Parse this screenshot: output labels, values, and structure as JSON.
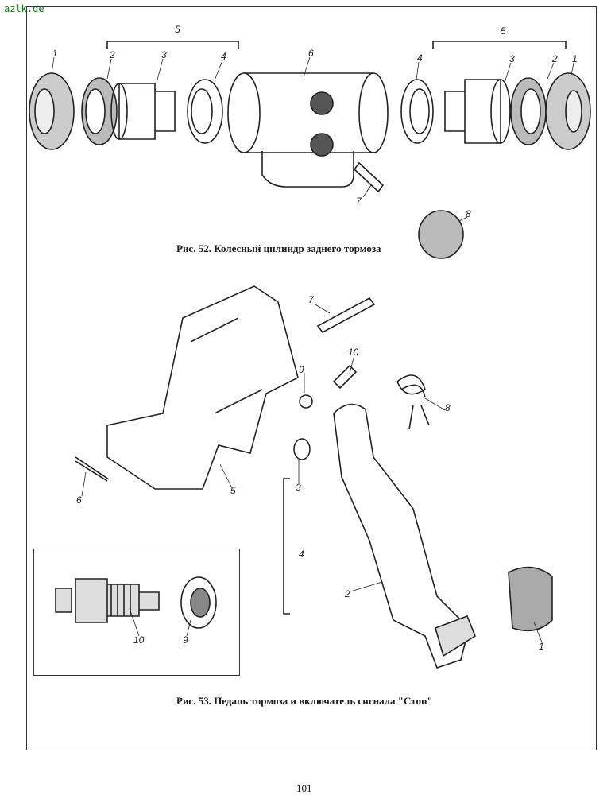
{
  "watermark": "azlk.de",
  "figure52": {
    "caption": "Рис. 52. Колесный цилиндр заднего тормоза",
    "labels": [
      "5",
      "1",
      "2",
      "3",
      "4",
      "6",
      "5",
      "4",
      "3",
      "2",
      "1",
      "7",
      "8"
    ]
  },
  "figure53": {
    "caption": "Рис. 53. Педаль тормоза и включатель сигнала \"Стоп\"",
    "labels": [
      "7",
      "10",
      "9",
      "8",
      "6",
      "5",
      "3",
      "4",
      "2",
      "1"
    ],
    "inset_labels": [
      "10",
      "9"
    ]
  },
  "page_number": "101"
}
